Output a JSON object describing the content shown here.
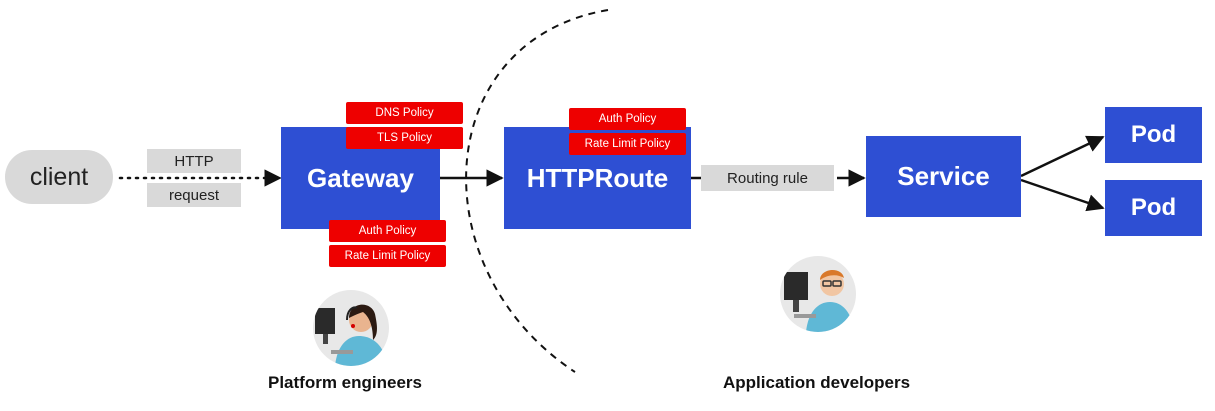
{
  "client": {
    "label": "client"
  },
  "request": {
    "line1": "HTTP",
    "line2": "request"
  },
  "gateway": {
    "label": "Gateway",
    "policies_top": [
      "DNS Policy",
      "TLS Policy"
    ],
    "policies_bottom": [
      "Auth Policy",
      "Rate Limit Policy"
    ]
  },
  "httproute": {
    "label": "HTTPRoute",
    "policies_top": [
      "Auth Policy",
      "Rate Limit Policy"
    ]
  },
  "routing": {
    "label": "Routing rule"
  },
  "service": {
    "label": "Service"
  },
  "pods": [
    "Pod",
    "Pod"
  ],
  "personas": {
    "platform": "Platform engineers",
    "developers": "Application developers"
  },
  "colors": {
    "blue_box": "#2e4fd3",
    "policy_red": "#ee0000",
    "gray_label": "#d9d9d9"
  }
}
